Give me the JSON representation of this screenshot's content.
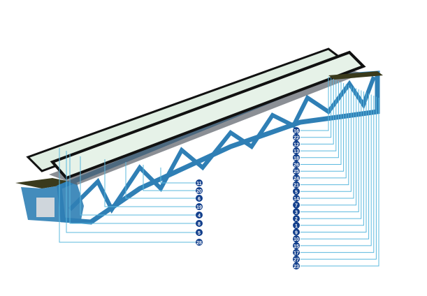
{
  "diagram": {
    "left_callouts": [
      "11",
      "20",
      "6",
      "19",
      "4",
      "8",
      "5",
      "28"
    ],
    "right_callouts": [
      "16",
      "22",
      "12",
      "13",
      "18",
      "26",
      "25",
      "24",
      "21",
      "5",
      "14",
      "7",
      "3",
      "2",
      "1",
      "9",
      "10",
      "15",
      "17",
      "27",
      "23"
    ],
    "colors": {
      "truss": "#2f7fb5",
      "truss_dark": "#1d5f8f",
      "callout": "#123f8c",
      "leader": "#5bb8de",
      "handrail": "#111111",
      "glass": "#dfeee2",
      "floor": "#3a3a1c"
    }
  }
}
